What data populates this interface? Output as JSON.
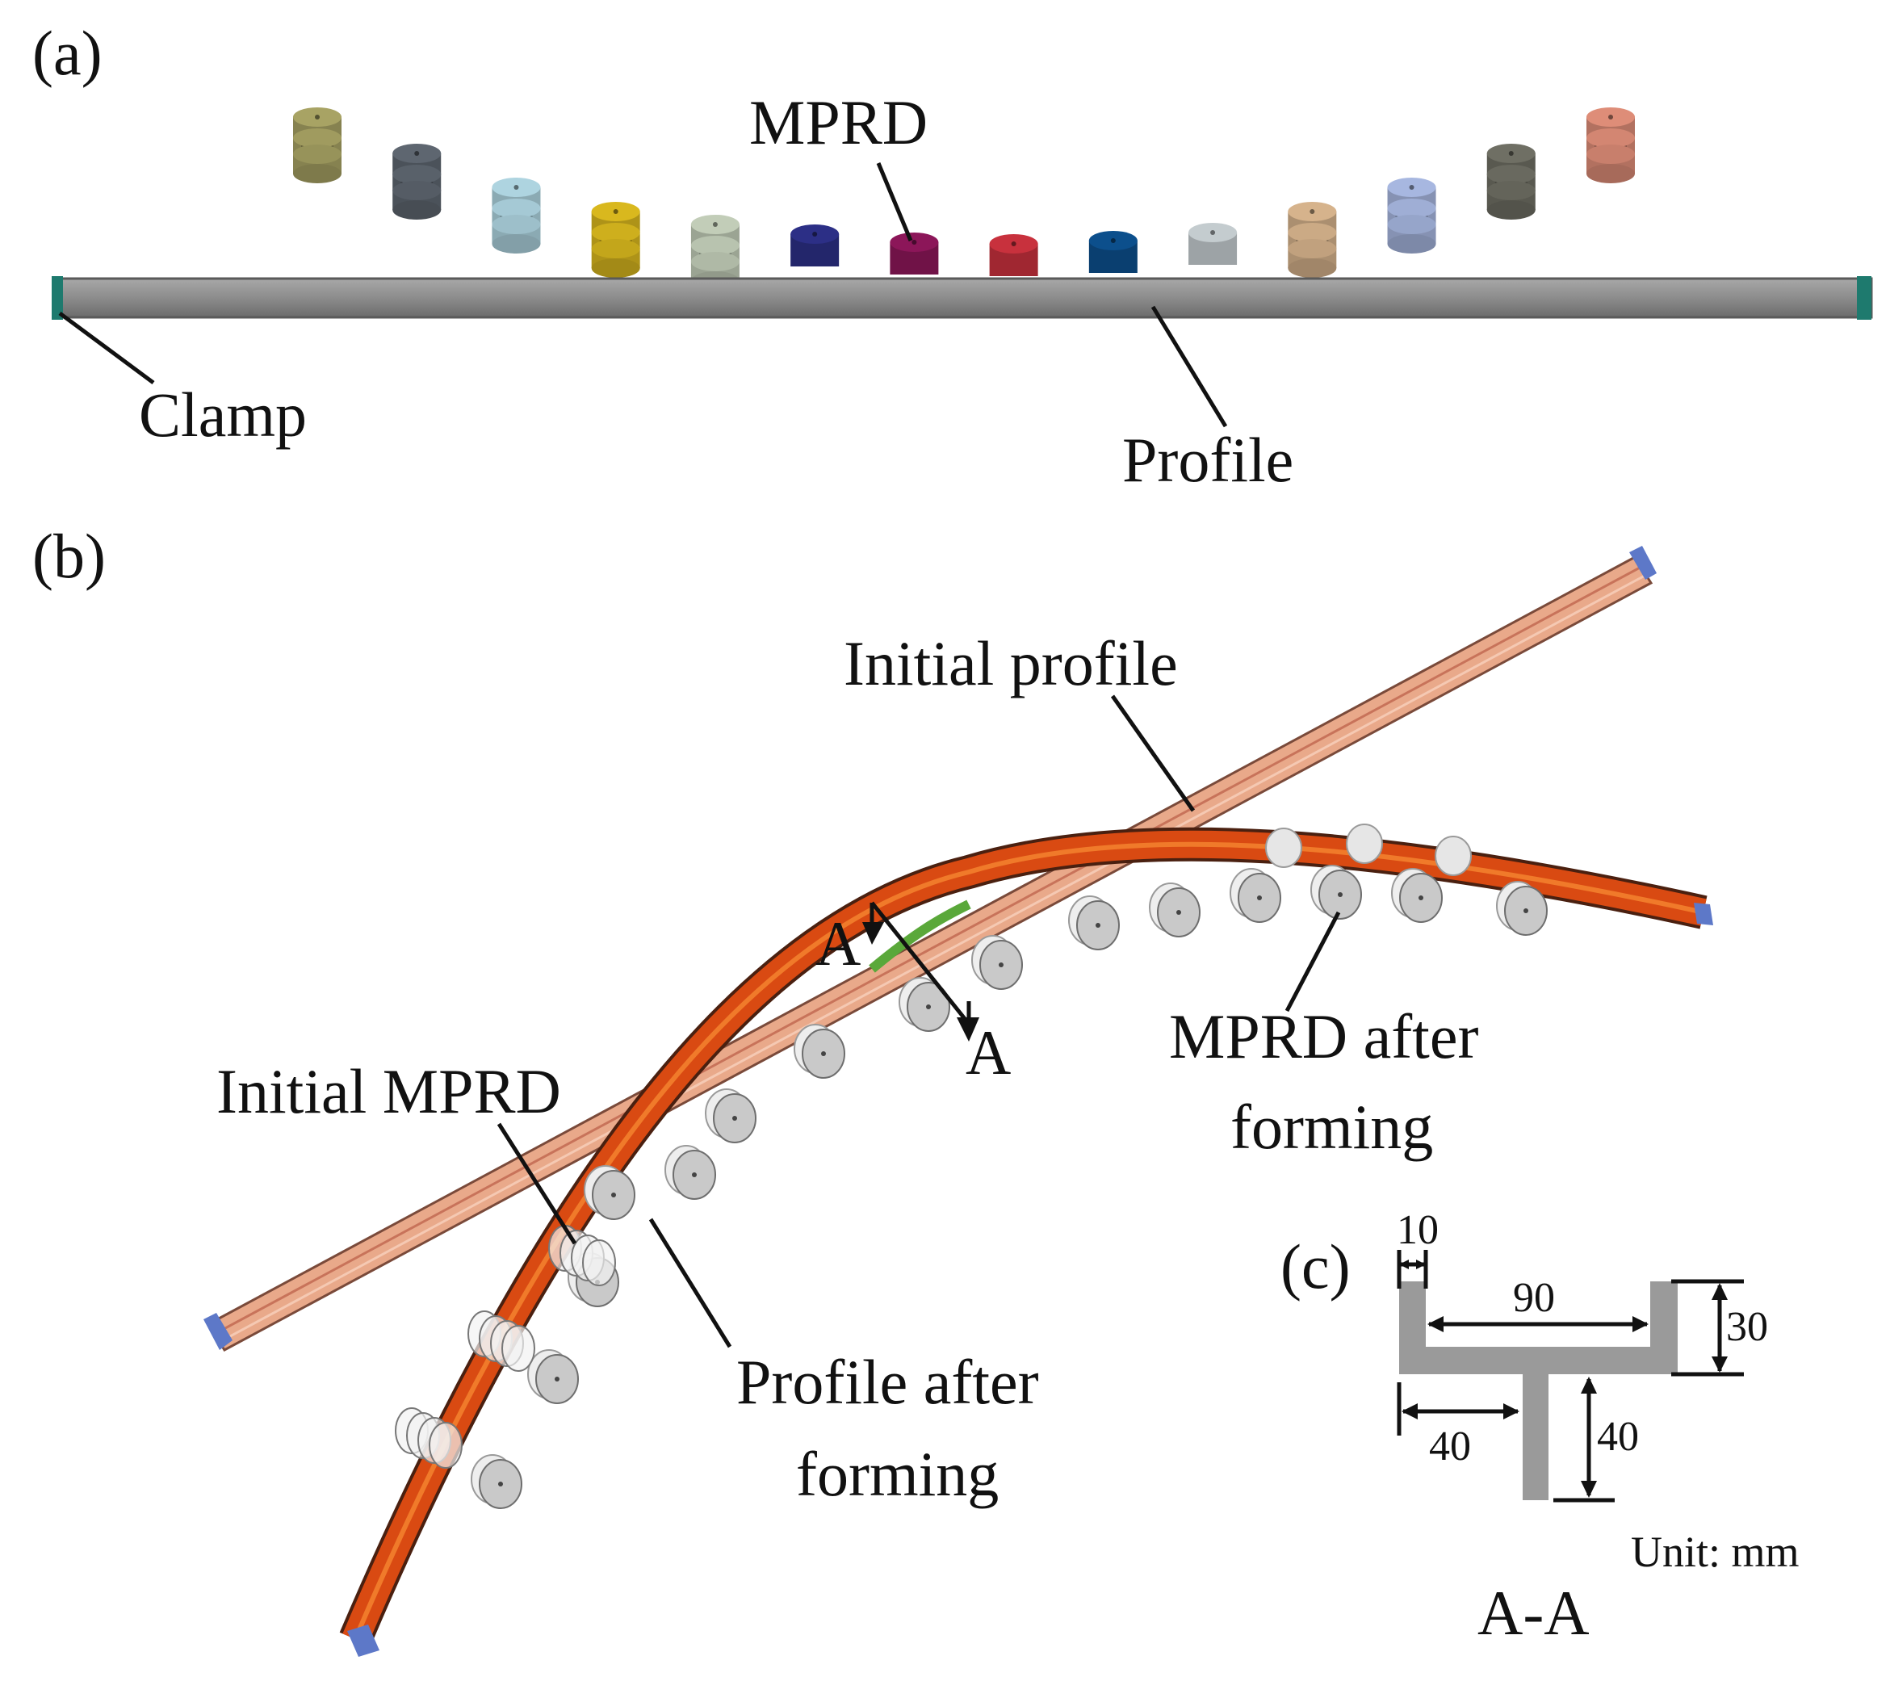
{
  "panel_a": {
    "tag": "(a)",
    "labels": {
      "mprd": "MPRD",
      "clamp": "Clamp",
      "profile": "Profile"
    },
    "roller_colors": [
      "#a8a364",
      "#5e6670",
      "#aed4e0",
      "#d9b81e",
      "#c2cdb8",
      "#2c2f86",
      "#8c1659",
      "#c8313d",
      "#0c4f8c",
      "#c4cccf",
      "#d6b38c",
      "#a7b7e0",
      "#6f6f64",
      "#de8d78"
    ],
    "profile_color": "#8a8a8a",
    "clamp_color": "#1e7a6e"
  },
  "panel_b": {
    "tag": "(b)",
    "labels": {
      "initial_profile": "Initial profile",
      "initial_mprd": "Initial MPRD",
      "mprd_after_line1": "MPRD after",
      "mprd_after_line2": "forming",
      "profile_after_line1": "Profile after",
      "profile_after_line2": "forming",
      "section_a1": "A",
      "section_a2": "A"
    },
    "colors": {
      "initial_profile": "#e9a98a",
      "formed_profile": "#d94a12",
      "roller": "#c9c9c9"
    }
  },
  "panel_c": {
    "tag": "(c)",
    "dims": {
      "web_thickness": "10",
      "flange_width": "90",
      "flange_height": "30",
      "stem_offset": "40",
      "stem_height": "40"
    },
    "unit": "Unit: mm",
    "section_label": "A-A",
    "section_color": "#9a9a9a"
  }
}
